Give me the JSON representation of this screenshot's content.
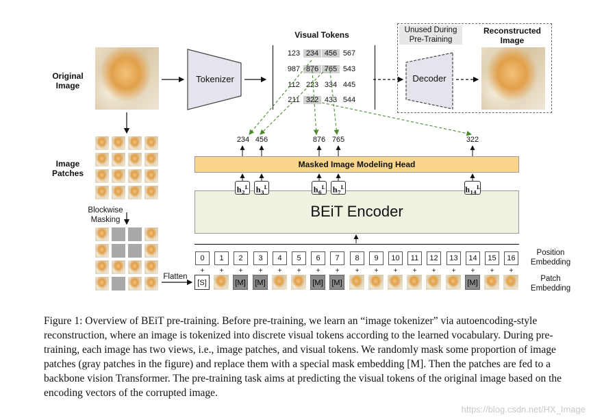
{
  "labels": {
    "original_image": "Original Image",
    "visual_tokens": "Visual Tokens",
    "tokenizer": "Tokenizer",
    "unused": "Unused During Pre-Training",
    "decoder": "Decoder",
    "reconstructed": "Reconstructed Image",
    "image_patches": "Image Patches",
    "blockwise_masking": "Blockwise Masking",
    "flatten": "Flatten",
    "mim_head": "Masked Image Modeling Head",
    "encoder": "BEiT Encoder",
    "position_embedding": "Position Embedding",
    "patch_embedding": "Patch Embedding"
  },
  "token_grid": [
    [
      "123",
      "234",
      "456",
      "567"
    ],
    [
      "987",
      "876",
      "765",
      "543"
    ],
    [
      "112",
      "223",
      "334",
      "445"
    ],
    [
      "211",
      "322",
      "433",
      "544"
    ]
  ],
  "outputs": [
    "234",
    "456",
    "876",
    "765",
    "322"
  ],
  "hidden": [
    "h2",
    "h3",
    "h6",
    "h7",
    "h14"
  ],
  "hidden_sub": [
    "2",
    "3",
    "6",
    "7",
    "14"
  ],
  "hidden_sup": "L",
  "positions": [
    "0",
    "1",
    "2",
    "3",
    "4",
    "5",
    "6",
    "7",
    "8",
    "9",
    "10",
    "11",
    "12",
    "13",
    "14",
    "15",
    "16"
  ],
  "patch_tokens": [
    "[S]",
    "",
    "[M]",
    "[M]",
    "",
    "",
    "[M]",
    "[M]",
    "",
    "",
    "",
    "",
    "",
    "",
    "[M]",
    "",
    ""
  ],
  "plus_sign": "+",
  "caption": "Figure 1: Overview of BEiT pre-training. Before pre-training, we learn an “image tokenizer” via autoencoding-style reconstruction, where an image is tokenized into discrete visual tokens according to the learned vocabulary. During pre-training, each image has two views, i.e., image patches, and visual tokens. We randomly mask some proportion of image patches (gray patches in the figure) and replace them with a special mask embedding [M]. Then the patches are fed to a backbone vision Transformer. The pre-training task aims at predicting the visual tokens of the original image based on the encoding vectors of the corrupted image.",
  "watermark": "https://blog.csdn.net/HX_Image",
  "colors": {
    "head": "#f9d68b",
    "encoder": "#eef3e1",
    "masked": "#8c8c8c",
    "arrow_dashed": "#4b8a2c"
  }
}
